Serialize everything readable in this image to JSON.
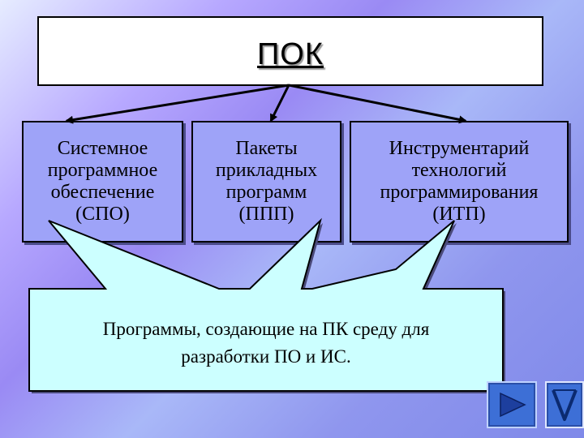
{
  "diagram": {
    "root": {
      "label": "ПОК"
    },
    "categories": [
      {
        "lines": [
          "Системное",
          "программное",
          "обеспечение",
          "(СПО)"
        ]
      },
      {
        "lines": [
          "Пакеты",
          "прикладных",
          "программ",
          "(ППП)"
        ]
      },
      {
        "lines": [
          "Инструментарий",
          "технологий",
          "программирования",
          "(ИТП)"
        ]
      }
    ],
    "callout": {
      "lines": [
        "Программы, создающие на ПК среду для",
        "разработки ПО и ИС."
      ],
      "points_to": "(ИТП)"
    }
  },
  "navigation": {
    "next_icon": "play-triangle-icon",
    "end_icon": "return-icon"
  },
  "colors": {
    "box_fill": "#9ea3f8",
    "callout_fill": "#ccffff",
    "nav_button": "#3d6fd6"
  }
}
